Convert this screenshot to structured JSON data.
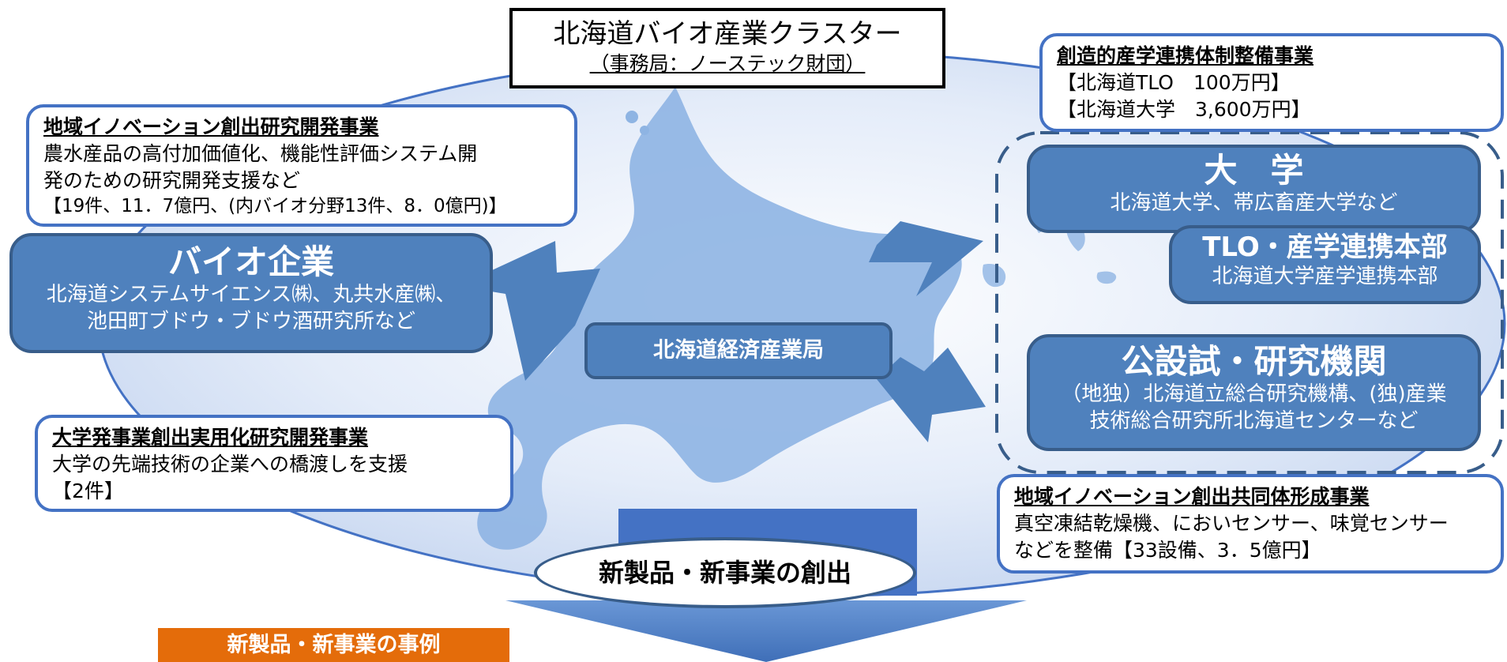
{
  "header": {
    "title": "北海道バイオ産業クラスター",
    "subtitle": "（事務局：ノーステック財団）"
  },
  "callouts": {
    "regional_rd": {
      "title": "地域イノベーション創出研究開発事業",
      "lines": [
        "農水産品の高付加価値化、機能性評価システム開",
        "発のための研究開発支援など",
        "【19件、11．7億円、(内バイオ分野13件、8．0億円)】"
      ]
    },
    "university_startup": {
      "title": "大学発事業創出実用化研究開発事業",
      "lines": [
        "大学の先端技術の企業への橋渡しを支援",
        "【2件】"
      ]
    },
    "creative_collab": {
      "title": "創造的産学連携体制整備事業",
      "lines": [
        "【北海道TLO　100万円】",
        "【北海道大学　3,600万円】"
      ]
    },
    "community": {
      "title": "地域イノベーション創出共同体形成事業",
      "lines": [
        "真空凍結乾燥機、においセンサー、味覚センサー",
        "などを整備【33設備、3．5億円】"
      ]
    }
  },
  "orgs": {
    "bio_companies": {
      "title": "バイオ企業",
      "lines": [
        "北海道システムサイエンス㈱、丸共水産㈱、",
        "池田町ブドウ・ブドウ酒研究所など"
      ]
    },
    "university": {
      "title": "大　学",
      "lines": [
        "北海道大学、帯広畜産大学など"
      ]
    },
    "tlo": {
      "title": "TLO・産学連携本部",
      "lines": [
        "北海道大学産学連携本部"
      ]
    },
    "public_research": {
      "title": "公設試・研究機関",
      "lines": [
        "（地独）北海道立総合研究機構、(独)産業",
        "技術総合研究所北海道センターなど"
      ]
    },
    "bureau": {
      "label": "北海道経済産業局"
    }
  },
  "outcome": {
    "label": "新製品・新事業の創出"
  },
  "examples_tab": {
    "label": "新製品・新事業の事例"
  },
  "colors": {
    "box_fill": "#4f81bd",
    "box_border": "#385d8a",
    "callout_border": "#4472c4",
    "ellipse_fill": "#dbe5f6",
    "map_fill": "#8eb4e3",
    "orange_tab": "#e46c0a"
  }
}
